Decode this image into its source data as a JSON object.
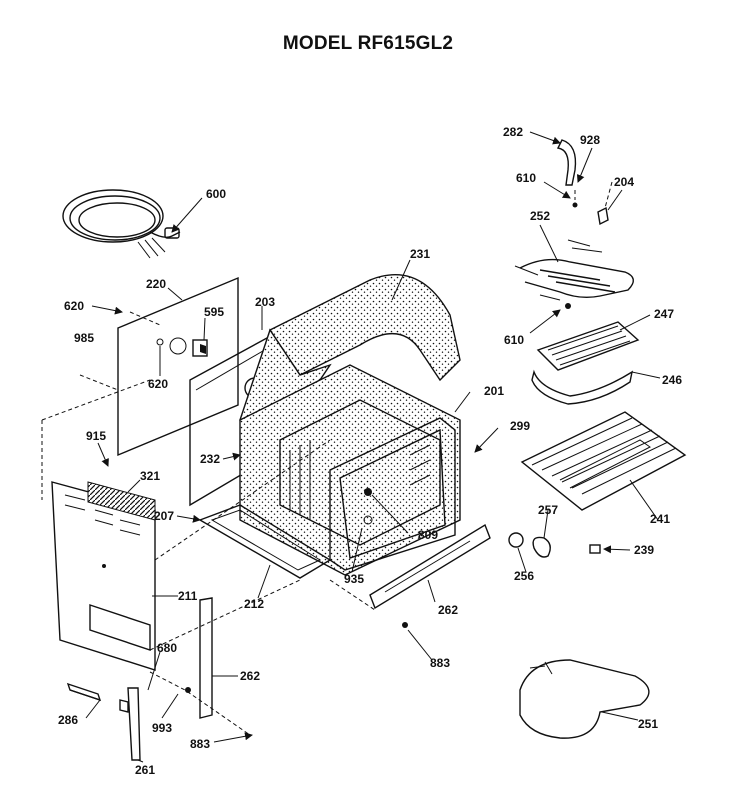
{
  "title": "MODEL RF615GL2",
  "labels": {
    "l600": "600",
    "l220": "220",
    "l203": "203",
    "l595": "595",
    "l620a": "620",
    "l620b": "620",
    "l985": "985",
    "l231": "231",
    "l201": "201",
    "l299": "299",
    "l915": "915",
    "l321": "321",
    "l232": "232",
    "l207": "207",
    "l809": "809",
    "l935": "935",
    "l212": "212",
    "l211": "211",
    "l680": "680",
    "l262a": "262",
    "l262b": "262",
    "l993": "993",
    "l883a": "883",
    "l883b": "883",
    "l286": "286",
    "l261": "261",
    "l282": "282",
    "l928": "928",
    "l610a": "610",
    "l610b": "610",
    "l204": "204",
    "l252": "252",
    "l247": "247",
    "l246": "246",
    "l241": "241",
    "l257": "257",
    "l256": "256",
    "l239": "239",
    "l251": "251"
  },
  "colors": {
    "ink": "#111111",
    "paper": "#ffffff"
  }
}
